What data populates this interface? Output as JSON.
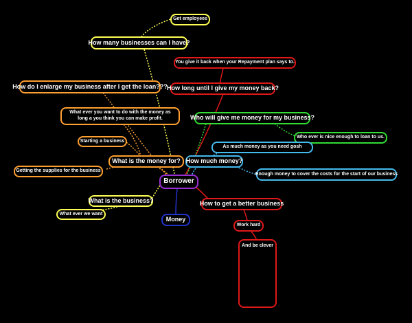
{
  "nodes": {
    "root": "Borrower",
    "get_employees": "Get employees",
    "how_many_businesses": "How many businesses can I have?",
    "repay_plan": "You give it back when your Repayment plan says to.",
    "enlarge_business": "How do I enlarge my business after I get the loan???",
    "how_long": "How long until I give my money back?",
    "whatever_want": "What ever you want to do with the money as long a you think you can make profit.",
    "who_will_give": "Who will give me money for my business?",
    "who_ever_nice": "Who ever is nice enough to loan to us.",
    "starting_business": "Starting a business",
    "as_much_money": "As much money as you need gosh",
    "what_money_for": "What is the money for?",
    "how_much_money": "How much money?",
    "getting_supplies": "Getting the supplies for the business",
    "enough_money": "Enough money to cover the costs for the start of our business",
    "what_business": "What is the business?",
    "better_business": "How to get a better business",
    "what_ever_we_want": "What ever we want",
    "money": "Money",
    "work_hard": "Work hard",
    "be_clever": "And be clever"
  },
  "colors": {
    "background": "#000000",
    "yellow": "#ffff55",
    "orange": "#ffa030",
    "red": "#e01818",
    "green": "#33dd33",
    "blue": "#44bbee",
    "purple": "#9a2fd6",
    "navy": "#2233cc"
  }
}
